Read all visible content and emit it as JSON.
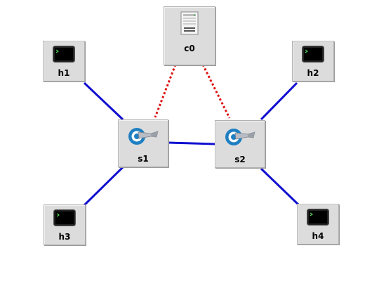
{
  "topology": {
    "nodes": [
      {
        "id": "c0",
        "label": "c0",
        "kind": "controller",
        "icon": "server-icon"
      },
      {
        "id": "h1",
        "label": "h1",
        "kind": "host",
        "icon": "terminal-icon"
      },
      {
        "id": "h2",
        "label": "h2",
        "kind": "host",
        "icon": "terminal-icon"
      },
      {
        "id": "s1",
        "label": "s1",
        "kind": "switch",
        "icon": "switch-icon"
      },
      {
        "id": "s2",
        "label": "s2",
        "kind": "switch",
        "icon": "switch-icon"
      },
      {
        "id": "h3",
        "label": "h3",
        "kind": "host",
        "icon": "terminal-icon"
      },
      {
        "id": "h4",
        "label": "h4",
        "kind": "host",
        "icon": "terminal-icon"
      }
    ],
    "links": [
      {
        "from": "h1",
        "to": "s1",
        "style": "data"
      },
      {
        "from": "h3",
        "to": "s1",
        "style": "data"
      },
      {
        "from": "s1",
        "to": "s2",
        "style": "data"
      },
      {
        "from": "s2",
        "to": "h2",
        "style": "data"
      },
      {
        "from": "s2",
        "to": "h4",
        "style": "data"
      },
      {
        "from": "c0",
        "to": "s1",
        "style": "control"
      },
      {
        "from": "c0",
        "to": "s2",
        "style": "control"
      }
    ]
  },
  "colors": {
    "data_link": "#1010d0",
    "control_link": "#dd1111",
    "node_bg": "#dcdcdc"
  }
}
